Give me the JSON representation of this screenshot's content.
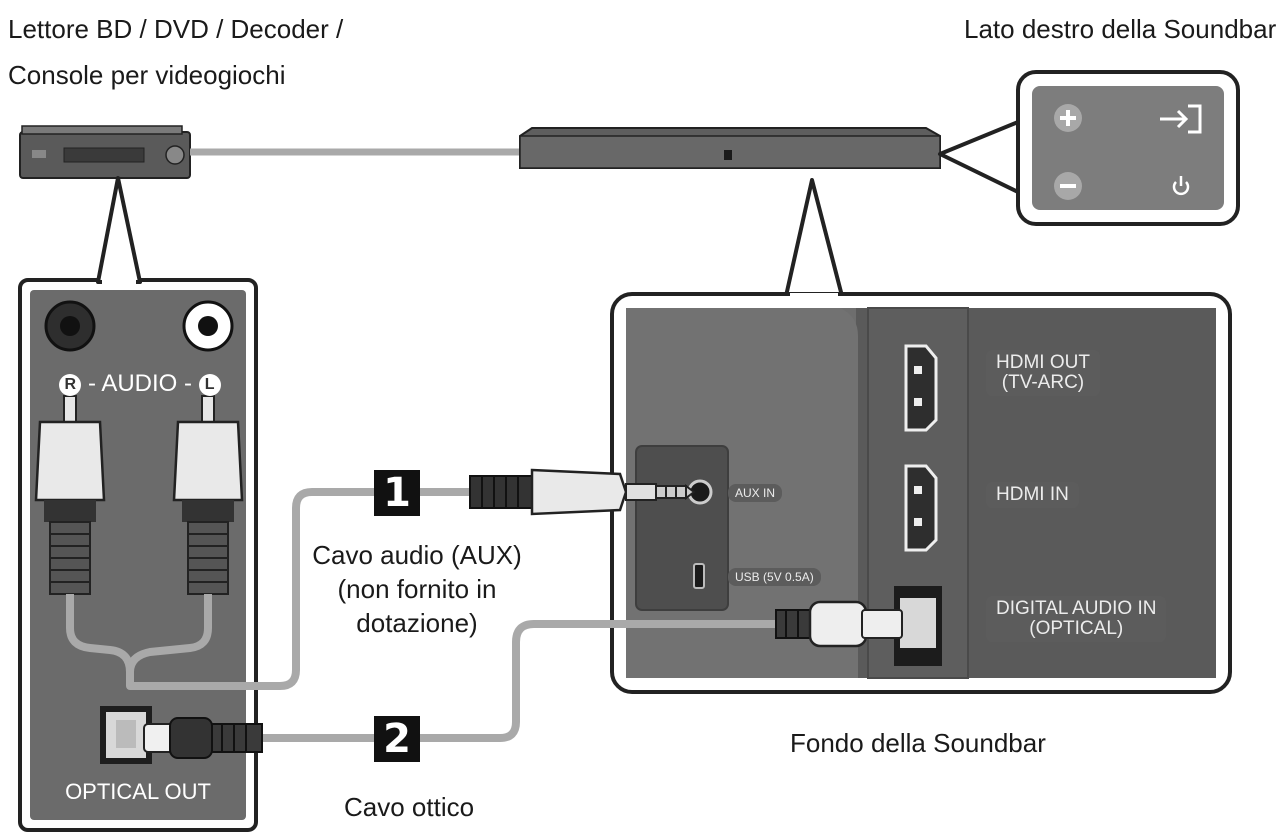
{
  "captions": {
    "source_line1": "Lettore BD / DVD / Decoder /",
    "source_line2": "Console per videogiochi",
    "right_side": "Lato destro della Soundbar",
    "bottom": "Fondo della Soundbar",
    "aux_line1": "Cavo audio (AUX)",
    "aux_line2": "(non fornito in",
    "aux_line3": "dotazione)",
    "optical_cable": "Cavo ottico"
  },
  "badges": {
    "one": "1",
    "two": "2"
  },
  "source_ports": {
    "audio_r": "R",
    "audio_text": " - AUDIO - ",
    "audio_l": "L",
    "optical_out": "OPTICAL OUT"
  },
  "soundbar_ports": {
    "hdmi_out_1": "HDMI OUT",
    "hdmi_out_2": "(TV-ARC)",
    "hdmi_in": "HDMI IN",
    "aux_in": "AUX IN",
    "usb": "USB (5V 0.5A)",
    "optical_1": "DIGITAL AUDIO IN",
    "optical_2": "(OPTICAL)"
  },
  "icons": [
    "volume-up-icon",
    "input-source-icon",
    "volume-down-icon",
    "power-icon"
  ],
  "colors": {
    "panel": "#6b6b6b",
    "panel_dark": "#4a4a4a",
    "cable": "#a9a9a9",
    "badge": "#111111"
  }
}
